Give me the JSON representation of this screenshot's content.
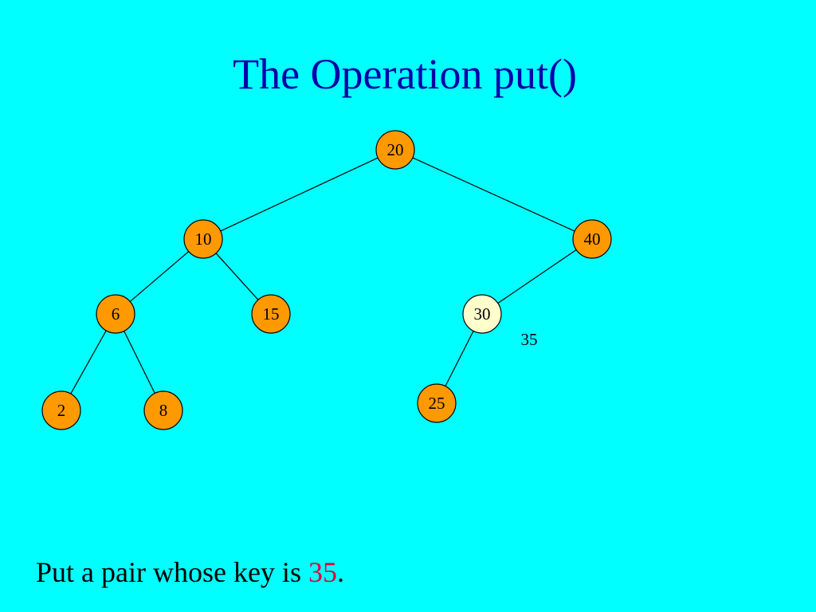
{
  "slide": {
    "title": "The Operation put()",
    "caption": {
      "prefix": "Put a pair whose key is ",
      "key": "35",
      "suffix": "."
    },
    "background_color": "#00FFFF",
    "title_color": "#0000A8"
  },
  "tree": {
    "node_color": "#FF9900",
    "highlight_color": "#FFFFCC",
    "nodes": [
      {
        "id": "n20",
        "label": "20",
        "highlight": false
      },
      {
        "id": "n10",
        "label": "10",
        "highlight": false
      },
      {
        "id": "n40",
        "label": "40",
        "highlight": false
      },
      {
        "id": "n6",
        "label": "6",
        "highlight": false
      },
      {
        "id": "n15",
        "label": "15",
        "highlight": false
      },
      {
        "id": "n30",
        "label": "30",
        "highlight": true
      },
      {
        "id": "n2",
        "label": "2",
        "highlight": false
      },
      {
        "id": "n8",
        "label": "8",
        "highlight": false
      },
      {
        "id": "n25",
        "label": "25",
        "highlight": false
      }
    ],
    "edges": [
      {
        "from": "n20",
        "to": "n10"
      },
      {
        "from": "n20",
        "to": "n40"
      },
      {
        "from": "n10",
        "to": "n6"
      },
      {
        "from": "n10",
        "to": "n15"
      },
      {
        "from": "n40",
        "to": "n30"
      },
      {
        "from": "n6",
        "to": "n2"
      },
      {
        "from": "n6",
        "to": "n8"
      },
      {
        "from": "n30",
        "to": "n25"
      }
    ],
    "pending_key": "35"
  }
}
